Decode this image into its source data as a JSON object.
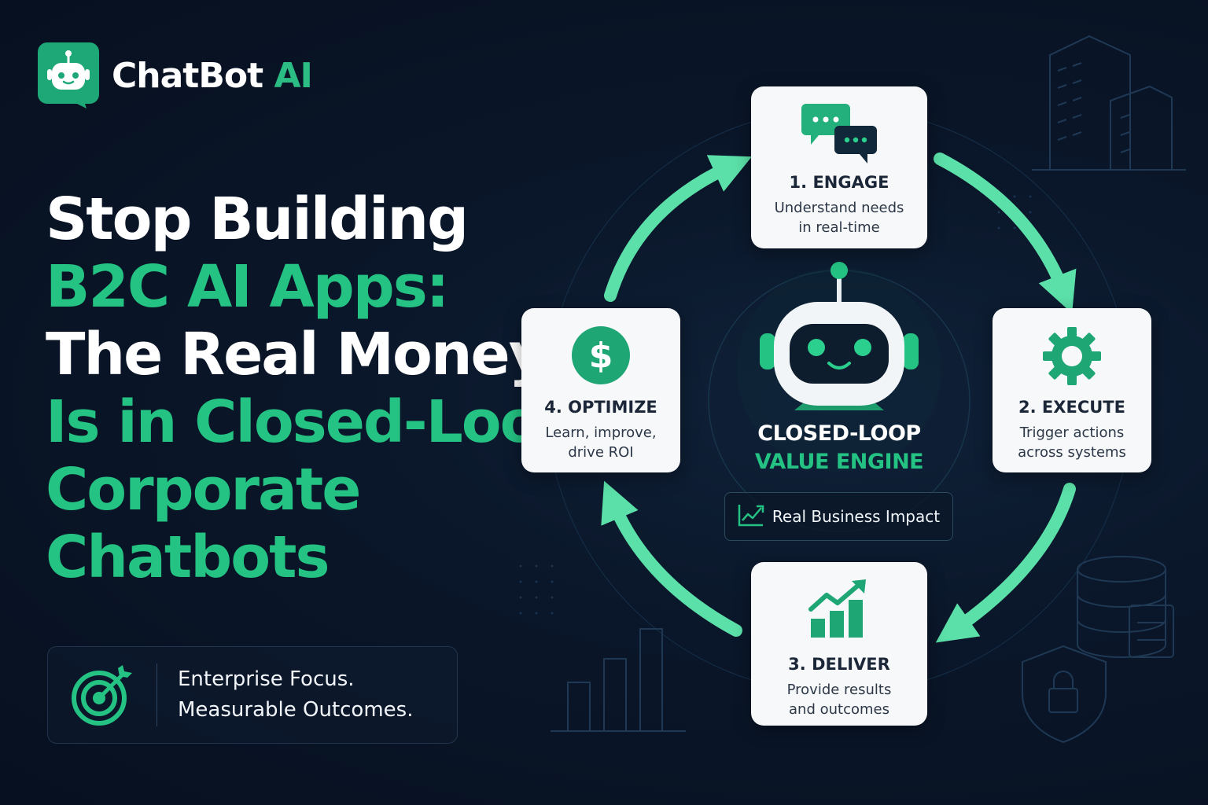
{
  "brand": {
    "name_primary": "ChatBot",
    "name_accent": "AI"
  },
  "headline": {
    "lines": [
      {
        "text": "Stop Building",
        "style": "white"
      },
      {
        "text": "B2C AI Apps:",
        "style": "green"
      },
      {
        "text": "The Real Money",
        "style": "white"
      },
      {
        "text": "Is in Closed-Loop",
        "style": "green"
      },
      {
        "text": "Corporate",
        "style": "green"
      },
      {
        "text": "Chatbots",
        "style": "green"
      }
    ]
  },
  "feature": {
    "line1": "Enterprise Focus.",
    "line2": "Measurable Outcomes."
  },
  "cycle": {
    "steps": [
      {
        "title": "1. ENGAGE",
        "desc1": "Understand needs",
        "desc2": "in real-time",
        "icon": "chat-bubbles-icon"
      },
      {
        "title": "2. EXECUTE",
        "desc1": "Trigger actions",
        "desc2": "across systems",
        "icon": "gear-icon"
      },
      {
        "title": "3. DELIVER",
        "desc1": "Provide results",
        "desc2": "and outcomes",
        "icon": "growth-chart-icon"
      },
      {
        "title": "4. OPTIMIZE",
        "desc1": "Learn, improve,",
        "desc2": "drive ROI",
        "icon": "dollar-icon"
      }
    ]
  },
  "center": {
    "line1": "CLOSED-LOOP",
    "line2": "VALUE ENGINE",
    "impact_label": "Real Business Impact"
  },
  "colors": {
    "accent": "#24c283",
    "arrow": "#5ce0a9",
    "background": "#0a1629",
    "card": "#f7f8f9"
  }
}
